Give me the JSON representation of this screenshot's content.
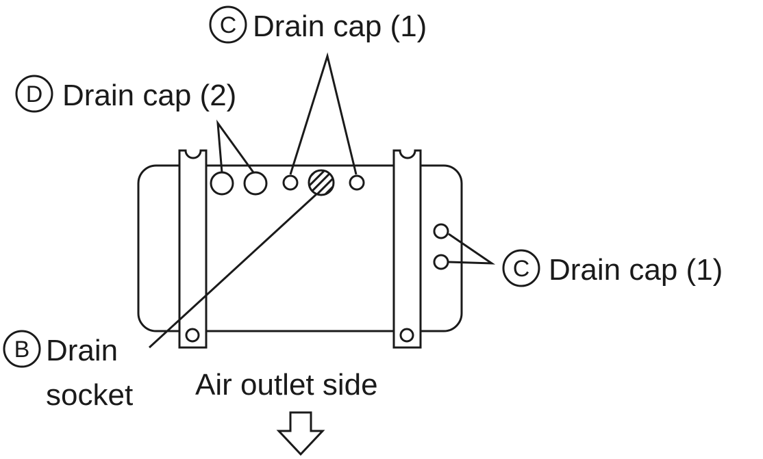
{
  "labels": {
    "drain_cap_top": {
      "badge": "C",
      "text": "Drain cap (1)"
    },
    "drain_cap_left": {
      "badge": "D",
      "text": "Drain cap (2)"
    },
    "drain_cap_right": {
      "badge": "C",
      "text": "Drain cap (1)"
    },
    "drain_socket": {
      "badge": "B",
      "line1": "Drain",
      "line2": "socket"
    },
    "air_outlet": "Air outlet side"
  },
  "colors": {
    "ink": "#1a1a1a",
    "background": "#ffffff"
  },
  "icons": {
    "outlet_arrow": "down-arrow-outline-icon",
    "socket_hatch": "hatched-circle-icon"
  }
}
